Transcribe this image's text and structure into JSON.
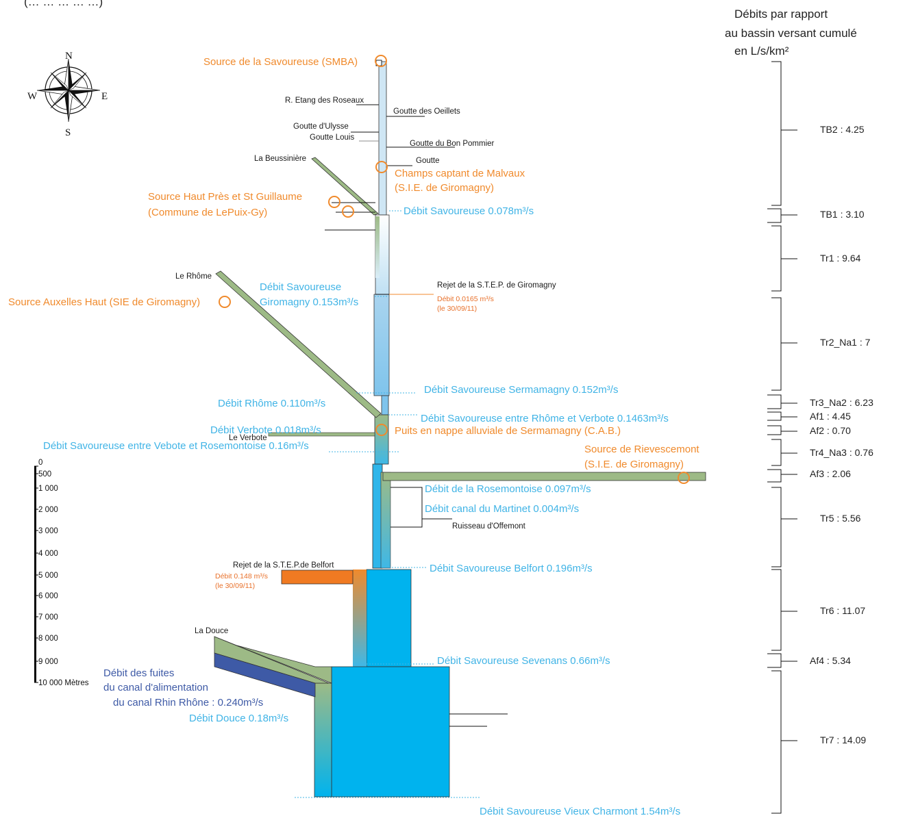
{
  "header": {
    "partial_top_text": "(… … … … …)",
    "right_heading": [
      "Débits par rapport",
      "au bassin versant cumulé",
      "en L/s/km²"
    ]
  },
  "compass": {
    "north": "N",
    "south": "S",
    "east": "E",
    "west": "W",
    "icon": "compass-rose-icon"
  },
  "scale_bar": {
    "ticks": [
      "0",
      "500",
      "1 000",
      "2 000",
      "3 000",
      "4 000",
      "5 000",
      "6 000",
      "7 000",
      "8 000",
      "9 000",
      "10 000 Mètres"
    ]
  },
  "tributaries_black": {
    "etang_roseaux": "R. Etang des Roseaux",
    "goutte_oeillets": "Goutte des Oeillets",
    "goutte_ulysse": "Goutte d'Ulysse",
    "goutte_louis": "Goutte Louis",
    "goutte_bon_pommier": "Goutte du Bon Pommier",
    "goutte": "Goutte",
    "beussiniere": "La Beussinière",
    "rhome": "Le Rhôme",
    "rejet_giromagny": "Rejet de la S.T.E.P. de Giromagny",
    "verbote": "Le Verbote",
    "ruisseau_offemont": "Ruisseau d'Offemont",
    "rejet_belfort": "Rejet de la S.T.E.P.de Belfort",
    "douce": "La Douce"
  },
  "sources_orange": {
    "savoureuse_smba": "Source de la Savoureuse (SMBA)",
    "malvaux_1": "Champs captant de Malvaux",
    "malvaux_2": "(S.I.E. de Giromagny)",
    "haut_pres_1": "Source Haut Près et St Guillaume",
    "haut_pres_2": "(Commune de LePuix-Gy)",
    "auxelles": "Source Auxelles Haut (SIE de Giromagny)",
    "puits": "Puits en nappe alluviale de Sermamagny (C.A.B.)",
    "rievescemont_1": "Source de Rievescemont",
    "rievescemont_2": "(S.I.E. de Giromagny)",
    "rejet_giro_debit": "Débit 0.0165 m³/s",
    "rejet_giro_date": "(le 30/09/11)",
    "rejet_belfort_debit": "Débit 0.148 m³/s",
    "rejet_belfort_date": "(le 30/09/11)"
  },
  "flows_blue": {
    "sav_0078": "Débit Savoureuse 0.078m³/s",
    "sav_giro_1": "Débit Savoureuse",
    "sav_giro_2": "Giromagny 0.153m³/s",
    "sav_sermamagny": "Débit Savoureuse Sermamagny 0.152m³/s",
    "rhome": "Débit Rhôme 0.110m³/s",
    "sav_rhome_verbote": "Débit Savoureuse entre Rhôme et Verbote 0.1463m³/s",
    "verbote": "Débit Verbote 0.018m³/s",
    "sav_vebote_rosemontoise": "Débit Savoureuse entre Vebote et Rosemontoise 0.16m³/s",
    "rosemontoise": "Débit de la Rosemontoise 0.097m³/s",
    "martinet": "Débit canal du Martinet 0.004m³/s",
    "sav_belfort": "Débit Savoureuse Belfort 0.196m³/s",
    "sav_sevenans": "Débit Savoureuse Sevenans 0.66m³/s",
    "douce": "Débit Douce 0.18m³/s",
    "sav_vieux_charmont": "Débit Savoureuse Vieux Charmont 1.54m³/s"
  },
  "leak_navy": [
    "Débit des fuites",
    "du canal d'alimentation",
    "du canal Rhin Rhône : 0.240m³/s"
  ],
  "segments_right": [
    {
      "label": "TB2 : 4.25"
    },
    {
      "label": "TB1 : 3.10"
    },
    {
      "label": "Tr1 : 9.64"
    },
    {
      "label": "Tr2_Na1 : 7"
    },
    {
      "label": "Tr3_Na2 : 6.23"
    },
    {
      "label": "Af1 : 4.45"
    },
    {
      "label": "Af2 : 0.70"
    },
    {
      "label": "Tr4_Na3 : 0.76"
    },
    {
      "label": "Af3 : 2.06"
    },
    {
      "label": "Tr5 : 5.56"
    },
    {
      "label": "Tr6 : 11.07"
    },
    {
      "label": "Af4 : 5.34"
    },
    {
      "label": "Tr7 : 14.09"
    }
  ],
  "colors": {
    "river_blue": "#00b3ee",
    "light_blue": "#cfe6f4",
    "tributary_green": "#9dba86",
    "orange": "#f08a2c",
    "navy": "#3e5aa6"
  }
}
